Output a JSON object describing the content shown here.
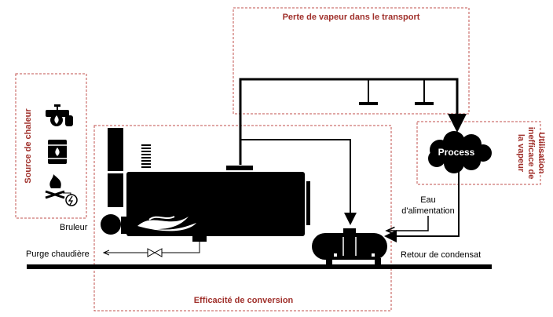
{
  "regions": {
    "transport_loss": "Perte de vapeur dans le transport",
    "heat_source": "Source de chaleur",
    "inefficient_use": [
      "Utilisation",
      "inefficace de",
      "la vapeur"
    ],
    "conversion_efficiency": "Efficacité de conversion"
  },
  "labels": {
    "process": "Process",
    "feedwater": [
      "Eau",
      "d'alimentation"
    ],
    "burner": "Bruleur",
    "blowdown": "Purge chaudière",
    "condensate_return": "Retour de condensat"
  },
  "icons": [
    "water-tap-icon",
    "oil-barrel-icon",
    "fire-electric-icon"
  ],
  "colors": {
    "accent": "#a0312c",
    "line": "#000000"
  }
}
